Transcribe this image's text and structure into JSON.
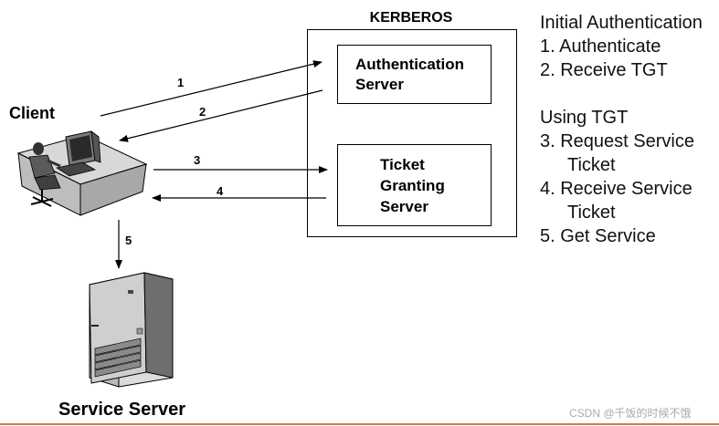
{
  "kerberos": {
    "title": "KERBEROS"
  },
  "auth_server": {
    "line1": "Authentication",
    "line2": "Server"
  },
  "tgs": {
    "line1": "Ticket",
    "line2": "Granting",
    "line3": "Server"
  },
  "client": {
    "label": "Client"
  },
  "service_server": {
    "label": "Service Server"
  },
  "arrows": {
    "n1": "1",
    "n2": "2",
    "n3": "3",
    "n4": "4",
    "n5": "5"
  },
  "steps": {
    "initial_heading": "Initial Authentication",
    "s1": "1.  Authenticate",
    "s2": "2.  Receive TGT",
    "tgt_heading": "Using TGT",
    "s3a": "3.  Request Service",
    "s3b": "Ticket",
    "s4a": "4.  Receive Service",
    "s4b": "Ticket",
    "s5": "5.  Get Service"
  },
  "watermark": "CSDN @千饭的时候不饿",
  "colors": {
    "rule": "#c47a57",
    "watermark": "#aaaaaa"
  }
}
